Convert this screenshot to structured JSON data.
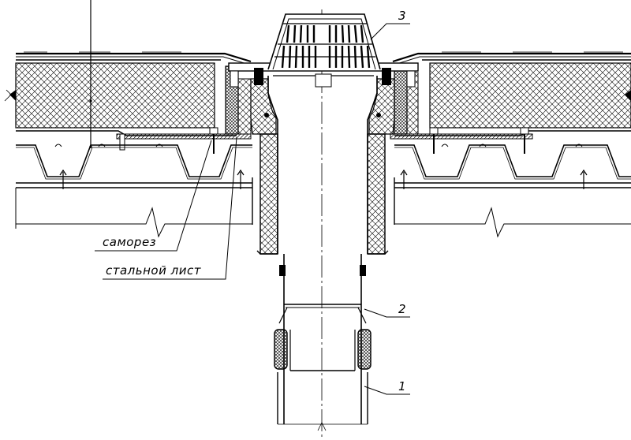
{
  "labels": {
    "screw": "саморез",
    "steel_sheet": "стальной лист",
    "callout_1": "1",
    "callout_2": "2",
    "callout_3": "3"
  },
  "colors": {
    "line": "#000000",
    "fill": "#ffffff"
  }
}
